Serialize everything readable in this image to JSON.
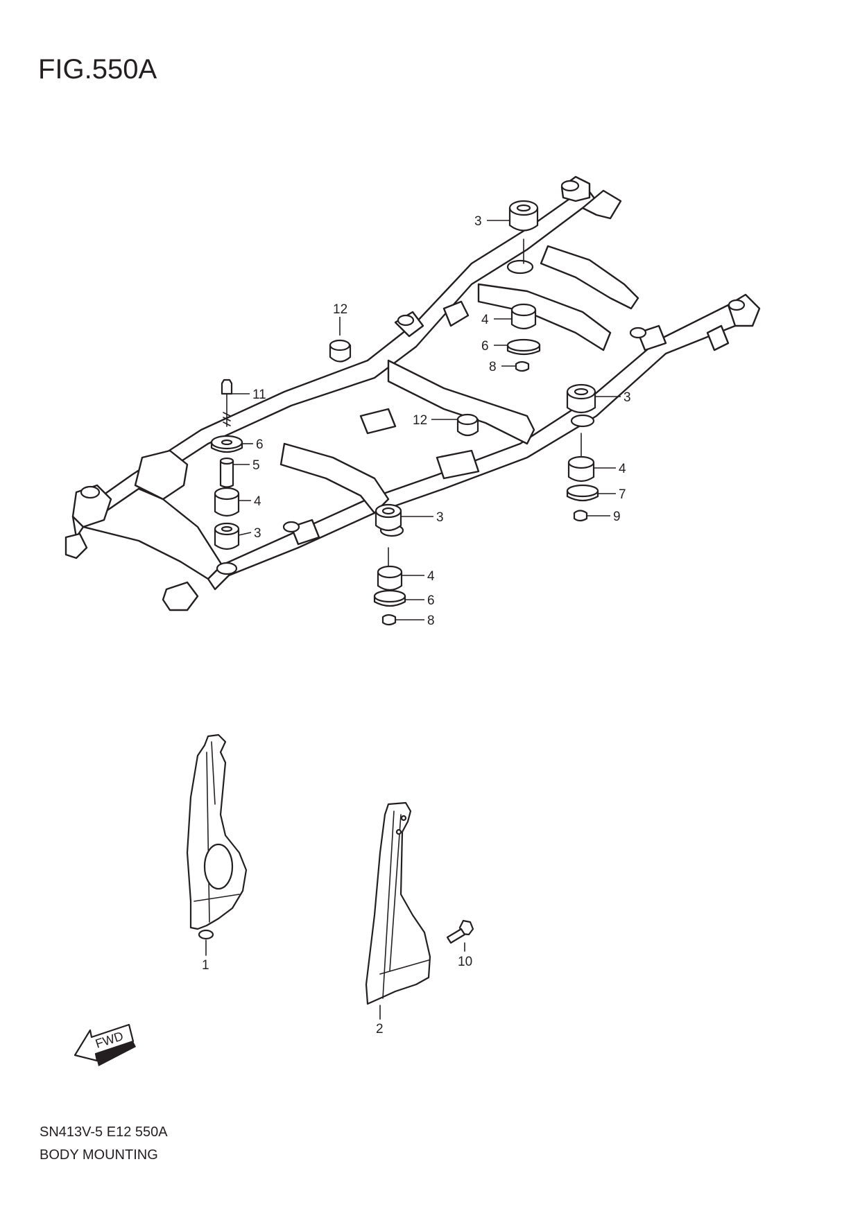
{
  "figure": {
    "title": "FIG.550A"
  },
  "footer": {
    "code": "SN413V-5 E12 550A",
    "name": "BODY MOUNTING"
  },
  "fwd_arrow": {
    "label": "FWD"
  },
  "callouts": {
    "c3a": "3",
    "c4a": "4",
    "c6a": "6",
    "c8a": "8",
    "c12a": "12",
    "c12b": "12",
    "c11": "11",
    "c6b": "6",
    "c5": "5",
    "c4b": "4",
    "c3b": "3",
    "c3c": "3",
    "c4c": "4",
    "c7": "7",
    "c9": "9",
    "c3d": "3",
    "c4d": "4",
    "c6c": "6",
    "c8b": "8",
    "c1": "1",
    "c2": "2",
    "c10": "10"
  }
}
